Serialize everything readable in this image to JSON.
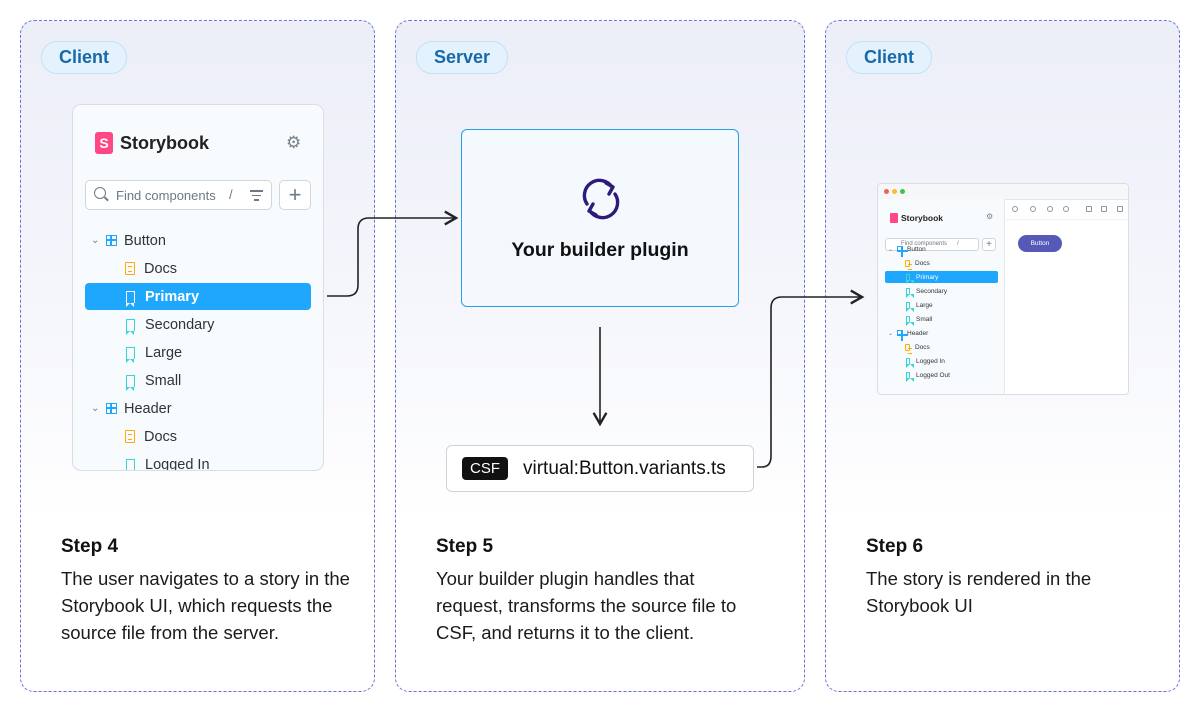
{
  "panels": [
    {
      "badge": "Client",
      "step_title": "Step 4",
      "step_desc": "The user navigates to a story in the Storybook UI, which requests the source file from the server."
    },
    {
      "badge": "Server",
      "step_title": "Step 5",
      "step_desc": "Your builder plugin handles that request, transforms the source file to CSF, and returns it to the client."
    },
    {
      "badge": "Client",
      "step_title": "Step 6",
      "step_desc": "The story is rendered in the Storybook UI"
    }
  ],
  "sidebar": {
    "logo_mark": "S",
    "app_name": "Storybook",
    "search_placeholder": "Find components",
    "search_shortcut": "/",
    "add_label": "+",
    "tree": [
      {
        "label": "Button",
        "kind": "component"
      },
      {
        "label": "Docs",
        "kind": "docs"
      },
      {
        "label": "Primary",
        "kind": "story",
        "selected": true
      },
      {
        "label": "Secondary",
        "kind": "story"
      },
      {
        "label": "Large",
        "kind": "story"
      },
      {
        "label": "Small",
        "kind": "story"
      },
      {
        "label": "Header",
        "kind": "component"
      },
      {
        "label": "Docs",
        "kind": "docs"
      },
      {
        "label": "Logged In",
        "kind": "story"
      }
    ]
  },
  "builder": {
    "label": "Your builder plugin",
    "file_tag": "CSF",
    "file_name": "virtual:Button.variants.ts"
  },
  "mini_preview": {
    "app_name": "Storybook",
    "search_placeholder": "Find components",
    "search_shortcut": "/",
    "add_label": "+",
    "tree": [
      {
        "label": "Button",
        "kind": "component"
      },
      {
        "label": "Docs",
        "kind": "docs"
      },
      {
        "label": "Primary",
        "kind": "story",
        "selected": true
      },
      {
        "label": "Secondary",
        "kind": "story"
      },
      {
        "label": "Large",
        "kind": "story"
      },
      {
        "label": "Small",
        "kind": "story"
      },
      {
        "label": "Header",
        "kind": "component"
      },
      {
        "label": "Docs",
        "kind": "docs"
      },
      {
        "label": "Logged In",
        "kind": "story"
      },
      {
        "label": "Logged Out",
        "kind": "story"
      }
    ],
    "button_label": "Button"
  },
  "colors": {
    "panel_border": "#6a72d8",
    "selected": "#1ea7fd",
    "brand": "#ff4785",
    "plugin_icon": "#2e1a7a",
    "plugin_border": "#23a2e6",
    "preview_button": "#555ab9"
  }
}
